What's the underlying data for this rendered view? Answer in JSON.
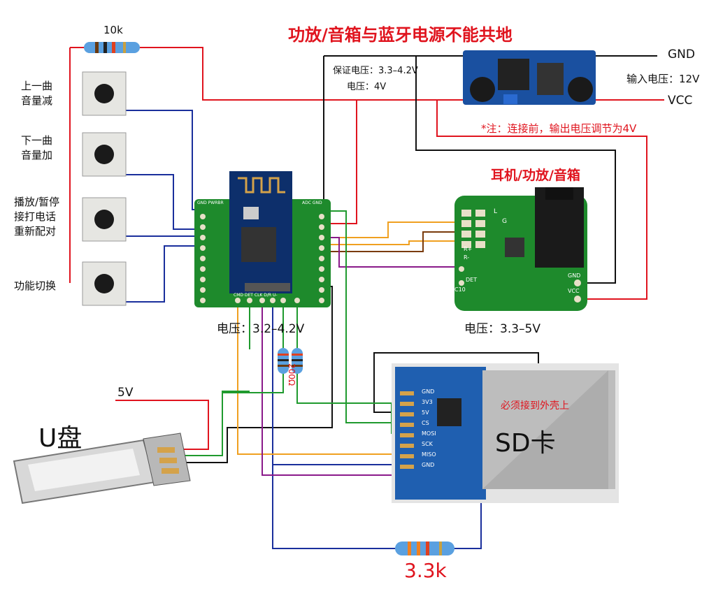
{
  "title": "功放/音箱与蓝牙电源不能共地",
  "resistor_top": "10k",
  "buttons": [
    {
      "line1": "上一曲",
      "line2": "音量减"
    },
    {
      "line1": "下一曲",
      "line2": "音量加"
    },
    {
      "line1": "播放/暂停",
      "line2": "接打电话",
      "line3": "重新配对"
    },
    {
      "line1": "功能切换"
    }
  ],
  "regulator": {
    "gnd": "GND",
    "input_voltage": "输入电压：12V",
    "vcc": "VCC",
    "note": "*注：连接前，输出电压调节为4V",
    "guarantee_voltage": "保证电压：3.3–4.2V",
    "voltage": "电压：4V"
  },
  "bt_module": {
    "voltage": "电压：3.2–4.2V",
    "top_pins": "GND PWRBR",
    "top_pins_right": "ADC GND",
    "bottom_pins": "CMD DET CLK D/R U-"
  },
  "headphone_module": {
    "title": "耳机/功放/音箱",
    "voltage": "电压：3.3–5V",
    "pins": [
      "L",
      "G",
      "R+",
      "R-",
      "DET",
      "C10",
      "GND",
      "VCC"
    ]
  },
  "sd_module": {
    "pins": [
      "GND",
      "3V3",
      "5V",
      "CS",
      "MOSI",
      "SCK",
      "MISO",
      "GND"
    ],
    "label": "SD卡",
    "shell_note": "必须接到外壳上"
  },
  "resistor_mid": "200Ω",
  "usb": {
    "label": "U盘",
    "power": "5V"
  },
  "resistor_bottom": "3.3k",
  "colors": {
    "red": "#e0141e",
    "blue": "#1a2f9c",
    "green": "#1f9a2e",
    "orange": "#f0a020",
    "purple": "#8a1a8a",
    "brown": "#7a3b0c",
    "black": "#111111",
    "pcb": "#1e8a2c",
    "sdpcb": "#1f5fb0"
  }
}
